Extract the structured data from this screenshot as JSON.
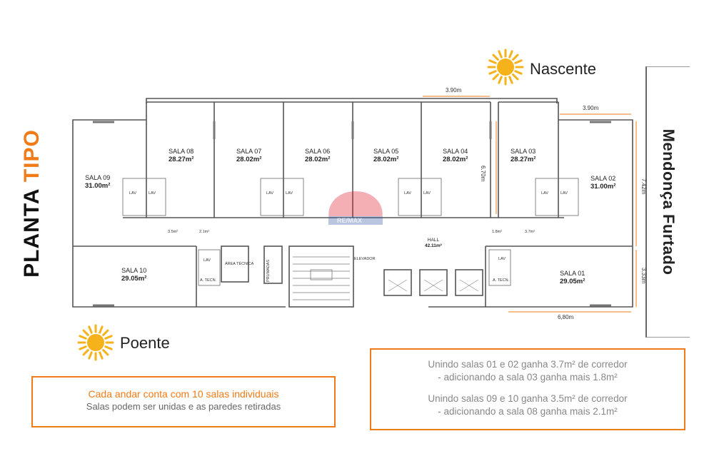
{
  "title": {
    "part1": "PLANTA ",
    "part2": "TIPO"
  },
  "street": "Mendonça Furtado",
  "orientation": {
    "east": "Nascente",
    "west": "Poente"
  },
  "rooms": [
    {
      "name": "SALA 09",
      "area": "31.00m²"
    },
    {
      "name": "SALA 08",
      "area": "28.27m²"
    },
    {
      "name": "SALA 07",
      "area": "28.02m²"
    },
    {
      "name": "SALA 06",
      "area": "28.02m²"
    },
    {
      "name": "SALA 05",
      "area": "28.02m²"
    },
    {
      "name": "SALA 04",
      "area": "28.02m²"
    },
    {
      "name": "SALA 03",
      "area": "28.27m²"
    },
    {
      "name": "SALA 02",
      "area": "31.00m²"
    },
    {
      "name": "SALA 10",
      "area": "29.05m²"
    },
    {
      "name": "SALA 01",
      "area": "29.05m²"
    }
  ],
  "hall": {
    "name": "HALL",
    "area": "42.11m²"
  },
  "corridor_areas": [
    "3.5m²",
    "2.1m²",
    "1.8m²",
    "3.7m²"
  ],
  "dimensions": {
    "d1": "3.90m",
    "d2": "3.90m",
    "d3": "6.70m",
    "d4": "7.42m",
    "d5": "3.33m",
    "d6": "6,80m"
  },
  "small_labels": {
    "lav": "LAV",
    "tech": "A. TECN.",
    "area_tecnica": "ÁREA TÉCNICA",
    "shaft": "PRUMADAS",
    "elevators": "ELEVADOR"
  },
  "info_left": {
    "line1": "Cada andar conta com 10 salas individuais",
    "line2": "Salas podem ser unidas e as paredes retiradas"
  },
  "info_right": {
    "p1_line1": "Unindo salas 01 e 02 ganha 3.7m² de corredor",
    "p1_line2": "- adicionando a sala 03 ganha mais 1.8m²",
    "p2_line1": "Unindo salas 09 e 10 ganha 3.5m² de corredor",
    "p2_line2": "- adicionando a sala 08 ganha mais 2.1m²"
  },
  "watermark": "RE/MAX",
  "colors": {
    "accent": "#f07b18",
    "sun": "#f6b21a",
    "wall": "#555555"
  }
}
